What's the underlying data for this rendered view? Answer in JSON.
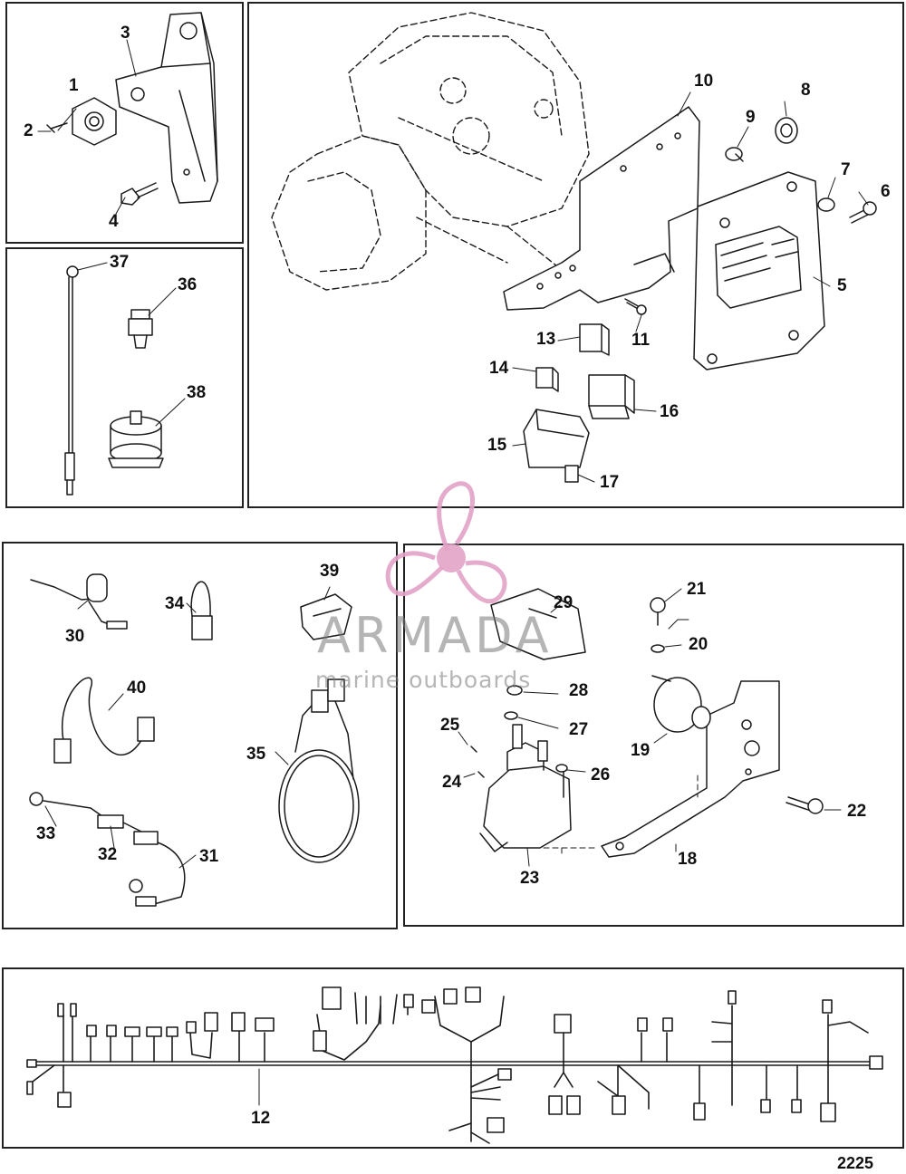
{
  "figure_number": "2225",
  "watermark": {
    "brand": "ARMADA",
    "tagline": "marine outboards",
    "logo_color": "#e2a3c7",
    "text_color": "#8c8c8c"
  },
  "callouts": {
    "c1": "1",
    "c2": "2",
    "c3": "3",
    "c4": "4",
    "c5": "5",
    "c6": "6",
    "c7": "7",
    "c8": "8",
    "c9": "9",
    "c10": "10",
    "c11": "11",
    "c12": "12",
    "c13": "13",
    "c14": "14",
    "c15": "15",
    "c16": "16",
    "c17": "17",
    "c18": "18",
    "c19": "19",
    "c20": "20",
    "c21": "21",
    "c22": "22",
    "c23": "23",
    "c24": "24",
    "c25": "25",
    "c26": "26",
    "c27": "27",
    "c28": "28",
    "c29": "29",
    "c30": "30",
    "c31": "31",
    "c32": "32",
    "c33": "33",
    "c34": "34",
    "c35": "35",
    "c36": "36",
    "c37": "37",
    "c38": "38",
    "c39": "39",
    "c40": "40"
  }
}
